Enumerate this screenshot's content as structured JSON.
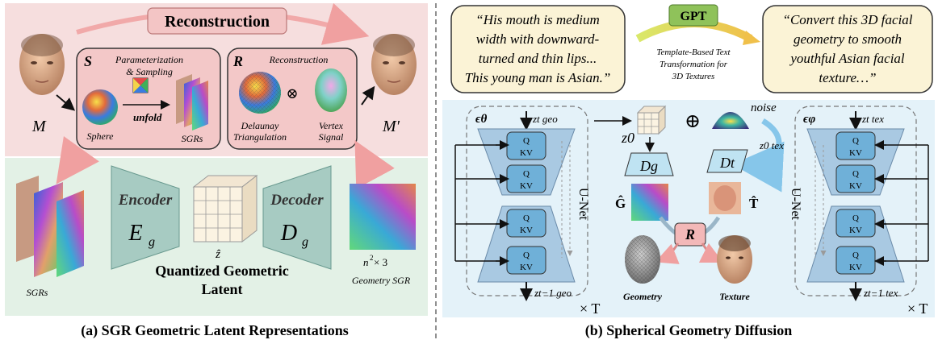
{
  "panel_a": {
    "reconstruction": "Reconstruction",
    "mesh_in": "M",
    "mesh_out": "M′",
    "s_letter": "S",
    "s_param_line1": "Parameterization",
    "s_param_line2": "& Sampling",
    "unfold": "unfold",
    "sphere": "Sphere",
    "sgrs_small": "SGRs",
    "r_letter": "R",
    "r_title": "Reconstruction",
    "delaunay_line1": "Delaunay",
    "delaunay_line2": "Triangulation",
    "vertex_line1": "Vertex",
    "vertex_line2": "Signal",
    "otimes": "⊗",
    "encoder_title": "Encoder",
    "encoder_symbol": "E",
    "encoder_sub": "g",
    "decoder_title": "Decoder",
    "decoder_symbol": "D",
    "decoder_sub": "g",
    "latent_symbol": "ẑ",
    "latent_line1": "Quantized Geometric",
    "latent_line2": "Latent",
    "sgrs_bottom": "SGRs",
    "n2x3_base": "n",
    "n2x3_rest": " × 3",
    "geometry_sgr": "Geometry SGR",
    "caption": "(a) SGR Geometric Latent Representations"
  },
  "panel_b": {
    "quote_left_line1": "“His mouth is medium",
    "quote_left_line2": "width with downward-",
    "quote_left_line3": "turned and thin lips...",
    "quote_left_line4": "This young man is Asian.”",
    "gpt": "GPT",
    "template_line1": "Template-Based Text",
    "template_line2": "Transformation for",
    "template_line3": "3D Textures",
    "quote_right_line1": "“Convert this 3D facial",
    "quote_right_line2": "geometry to smooth",
    "quote_right_line3": "youthful Asian facial",
    "quote_right_line4": "texture…”",
    "eps_theta": "ϵθ",
    "eps_phi": "ϵφ",
    "z_t_geo": "zt geo",
    "z_t_tex": "zt tex",
    "z_tm1_geo": "zt−1 geo",
    "z_tm1_tex": "zt−1 tex",
    "qkv_q": "Q",
    "qkv_kv": "KV",
    "unet": "U-Net",
    "z0": "z0",
    "z0_tex": "z0 tex",
    "oplus": "⊕",
    "noise": "noise",
    "dg": "Dg",
    "dt": "Dt",
    "g_hat": "Ĝ",
    "t_hat": "T̂",
    "r_letter": "R",
    "geometry": "Geometry",
    "texture": "Texture",
    "times_t_left": "× T",
    "times_t_right": "× T",
    "caption": "(b) Spherical Geometry Diffusion"
  }
}
